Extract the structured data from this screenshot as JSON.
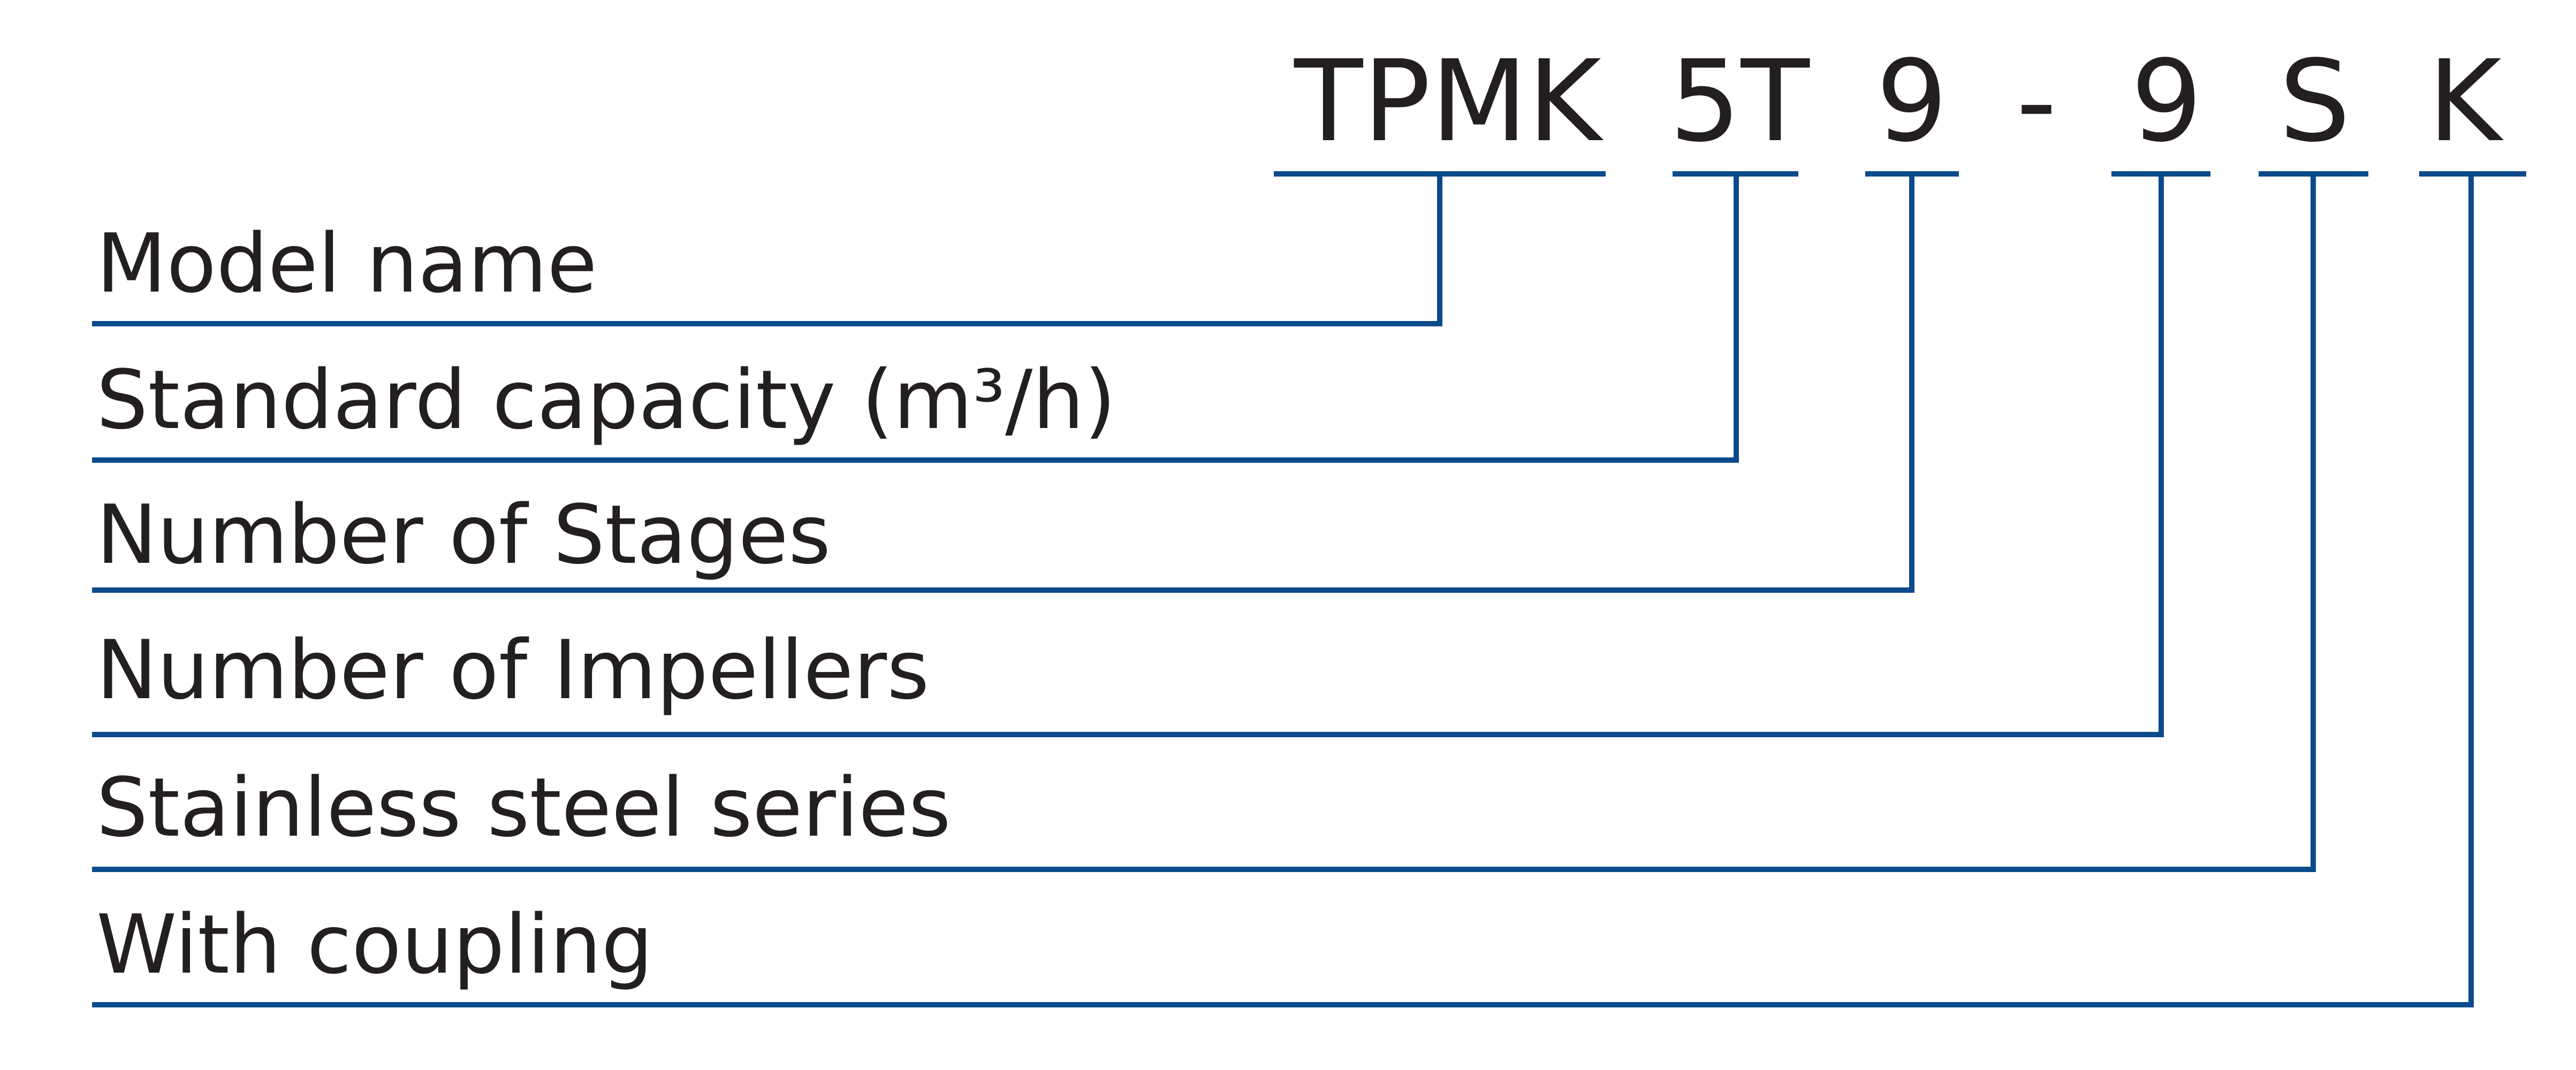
{
  "diagram": {
    "line_color": "#0b4a8b",
    "text_color": "#231f20",
    "code_segments": [
      {
        "text": "TPMK",
        "label": "Model name"
      },
      {
        "text": "5T",
        "label": "Standard capacity (m³/h)"
      },
      {
        "text": "9",
        "label": "Number of Stages"
      },
      {
        "text": "9",
        "label": "Number of Impellers"
      },
      {
        "text": "S",
        "label": "Stainless steel series"
      },
      {
        "text": "K",
        "label": "With coupling"
      }
    ],
    "separator": "-"
  }
}
